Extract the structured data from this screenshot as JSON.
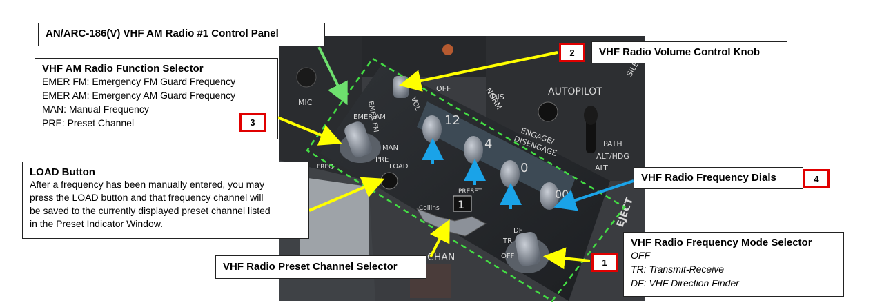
{
  "colors": {
    "arrow_yellow": "#ffff00",
    "arrow_blue": "#1aa3e8",
    "arrow_green": "#6ee06e",
    "dashed_outline": "#44dd44",
    "number_border": "#e00000"
  },
  "callouts": {
    "panel_title": "AN/ARC-186(V) VHF AM Radio #1 Control Panel",
    "volume_knob": "VHF Radio Volume Control Knob",
    "function_selector": {
      "title": "VHF AM Radio Function Selector",
      "lines": [
        "EMER FM: Emergency FM Guard Frequency",
        "EMER AM: Emergency AM Guard Frequency",
        "MAN: Manual Frequency",
        "PRE: Preset Channel"
      ]
    },
    "load_button": {
      "title": "LOAD Button",
      "lines": [
        "After a frequency has been manually entered, you may",
        "press the LOAD button and that frequency channel will",
        "be saved to the currently displayed preset channel listed",
        "in the Preset Indicator Window."
      ]
    },
    "frequency_dials": "VHF Radio Frequency Dials",
    "preset_selector": "VHF Radio Preset Channel Selector",
    "mode_selector": {
      "title": "VHF Radio Frequency Mode Selector",
      "lines": [
        "OFF",
        "TR: Transmit-Receive",
        "DF: VHF Direction Finder"
      ]
    }
  },
  "numbers": {
    "n1": "1",
    "n2": "2",
    "n3": "3",
    "n4": "4"
  },
  "panel": {
    "dial_12": "12",
    "dial_4": "4",
    "dial_0": "0",
    "dial_00": "00",
    "preset_window": "1",
    "preset_label": "PRESET",
    "collins": "Collins",
    "vol": "VOL",
    "off": "OFF",
    "norm": "NORM",
    "dis": "DIS",
    "autopilot": "AUTOPILOT",
    "engage": "ENGAGE/",
    "disengage": "DISENGAGE",
    "path": "PATH",
    "alt_hdg": "ALT/HDG",
    "alt": "ALT",
    "mic": "MIC",
    "emer_fm": "EMER FM",
    "emer_am": "EMER AM",
    "man": "MAN",
    "pre": "PRE",
    "load": "LOAD",
    "freq": "FREQ",
    "chan": "CHAN",
    "tr": "TR",
    "df": "DF",
    "mode_off": "OFF",
    "eject": "EJECT",
    "sil": "SILENCE"
  }
}
